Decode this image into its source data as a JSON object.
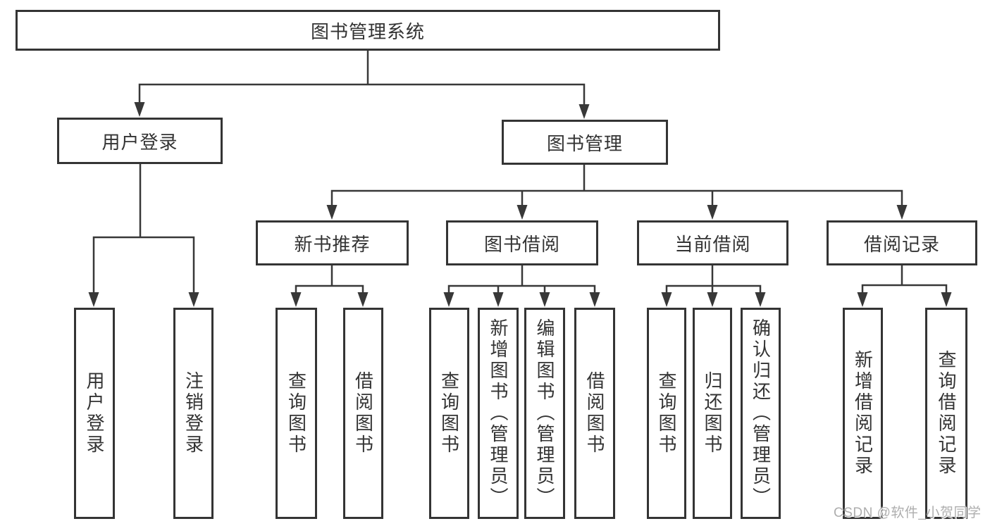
{
  "diagram": {
    "root": "图书管理系统",
    "branches": [
      {
        "label": "用户登录",
        "children": [
          "用户登录",
          "注销登录"
        ]
      },
      {
        "label": "图书管理",
        "groups": [
          {
            "label": "新书推荐",
            "children": [
              "查询图书",
              "借阅图书"
            ]
          },
          {
            "label": "图书借阅",
            "children": [
              "查询图书",
              "新增图书（管理员）",
              "编辑图书（管理员）",
              "借阅图书"
            ]
          },
          {
            "label": "当前借阅",
            "children": [
              "查询图书",
              "归还图书",
              "确认归还（管理员）"
            ]
          },
          {
            "label": "借阅记录",
            "children": [
              "新增借阅记录",
              "查询借阅记录"
            ]
          }
        ]
      }
    ]
  },
  "watermark": {
    "text": "CSDN @软件_小贺同学"
  },
  "colors": {
    "line": "#383838",
    "box_border": "#343434",
    "text": "#333333",
    "watermark": "#aeaeae",
    "background": "#ffffff"
  }
}
